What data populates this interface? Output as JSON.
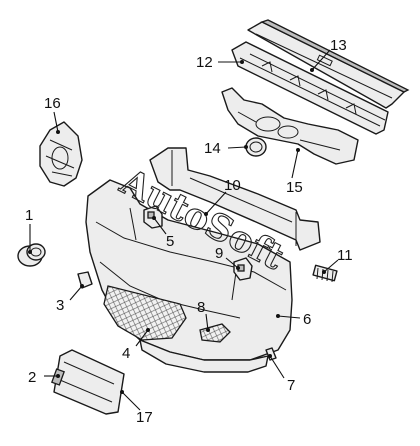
{
  "watermark": "AutoSoft",
  "callouts": {
    "c1": "1",
    "c2": "2",
    "c3": "3",
    "c4": "4",
    "c5": "5",
    "c6": "6",
    "c7": "7",
    "c8": "8",
    "c9": "9",
    "c10": "10",
    "c11": "11",
    "c12": "12",
    "c13": "13",
    "c14": "14",
    "c15": "15",
    "c16": "16",
    "c17": "17"
  }
}
